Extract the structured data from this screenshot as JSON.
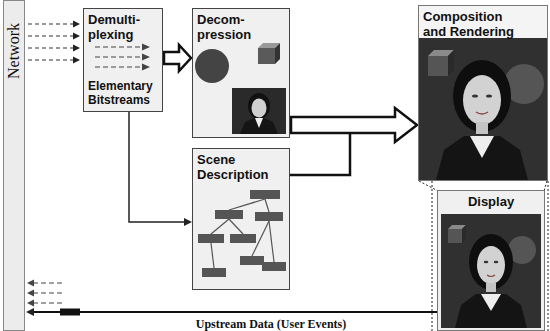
{
  "diagram": {
    "nodes": [
      {
        "text": [
          "Network"
        ]
      },
      {
        "text": [
          "Demulti- plexing",
          "Elementary Bitstreams"
        ]
      },
      {
        "text": [
          "Decom- pression"
        ]
      },
      {
        "text": [
          "Scene Description"
        ]
      },
      {
        "text": [
          "Composition and Rendering"
        ]
      },
      {
        "text": [
          "Display"
        ]
      }
    ],
    "edges": [
      {
        "from": 0,
        "to": 1,
        "arrow": "to"
      },
      {
        "from": 1,
        "to": 2,
        "arrow": "to"
      },
      {
        "from": 1,
        "to": 3,
        "arrow": "to"
      },
      {
        "from": 2,
        "to": 4,
        "arrow": "to"
      },
      {
        "from": 3,
        "to": 4,
        "arrow": "to"
      },
      {
        "from": 5,
        "to": 0,
        "arrow": "to",
        "label": "Upstream Data (User Events)"
      }
    ]
  }
}
